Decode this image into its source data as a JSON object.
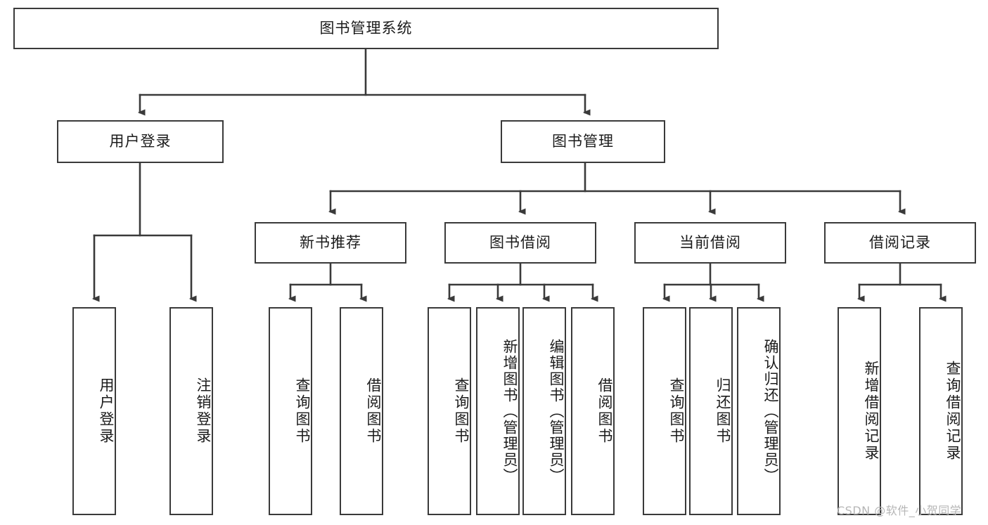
{
  "diagram": {
    "type": "tree",
    "title": "图书管理系统",
    "orientation": "top-down",
    "edge_style": "orthogonal-arrow",
    "colors": {
      "box_border": "#3a3a3a",
      "box_fill": "#ffffff",
      "line": "#3a3a3a",
      "text": "#1b1b1b",
      "watermark": "#b6b6b6",
      "background": "#ffffff"
    },
    "root": {
      "label": "图书管理系统"
    },
    "level2": [
      {
        "label": "用户登录"
      },
      {
        "label": "图书管理"
      }
    ],
    "level3": [
      {
        "label": "新书推荐"
      },
      {
        "label": "图书借阅"
      },
      {
        "label": "当前借阅"
      },
      {
        "label": "借阅记录"
      }
    ],
    "leaves": {
      "user_login": [
        {
          "label": "用户登录"
        },
        {
          "label": "注销登录"
        }
      ],
      "new_book_recommend": [
        {
          "label": "查询图书"
        },
        {
          "label": "借阅图书"
        }
      ],
      "book_borrow": [
        {
          "label": "查询图书"
        },
        {
          "label": "新增图书（管理员）"
        },
        {
          "label": "编辑图书（管理员）"
        },
        {
          "label": "借阅图书"
        }
      ],
      "current_borrow": [
        {
          "label": "查询图书"
        },
        {
          "label": "归还图书"
        },
        {
          "label": "确认归还（管理员）"
        }
      ],
      "borrow_record": [
        {
          "label": "新增借阅记录"
        },
        {
          "label": "查询借阅记录"
        }
      ]
    }
  },
  "watermark": {
    "text": "CSDN @软件_小贺同学"
  }
}
